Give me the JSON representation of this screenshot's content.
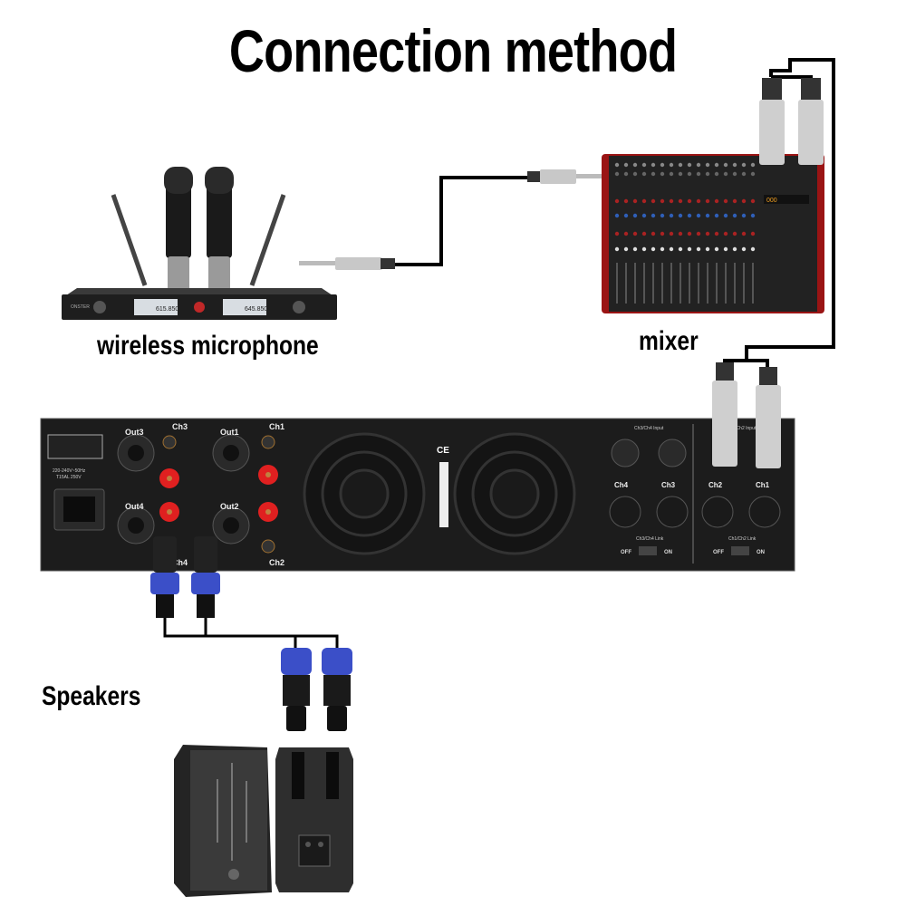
{
  "title": "Connection method",
  "devices": {
    "wireless_microphone": {
      "label": "wireless microphone",
      "brand": "ONSTER",
      "channel_a_freq": "615.850",
      "channel_b_freq": "645.850"
    },
    "mixer": {
      "label": "mixer",
      "display_text": "000"
    },
    "amplifier": {
      "outputs": [
        "Out3",
        "Out1",
        "Out4",
        "Out2"
      ],
      "channels_top": [
        "Ch3",
        "Ch1"
      ],
      "channels_bottom": [
        "Ch4",
        "Ch2"
      ],
      "input_channels": [
        "Ch4",
        "Ch3",
        "Ch2",
        "Ch1"
      ],
      "input_labels": [
        "Ch3/Ch4 Input",
        "Ch1/Ch2 Input"
      ],
      "link_labels": [
        "Ch3/Ch4 Link",
        "Ch1/Ch2 Link"
      ],
      "switch_off": "OFF",
      "switch_on": "ON",
      "power_rating": "220-240V~50Hz",
      "fuse": "T15AL 250V",
      "ce_mark": "CE"
    },
    "speakers": {
      "label": "Speakers"
    }
  },
  "colors": {
    "cable": "#000000",
    "speakon_blue": "#3b4fc8",
    "mixer_red": "#b01818",
    "binding_post_red": "#e02020",
    "chassis": "#1c1c1c"
  }
}
